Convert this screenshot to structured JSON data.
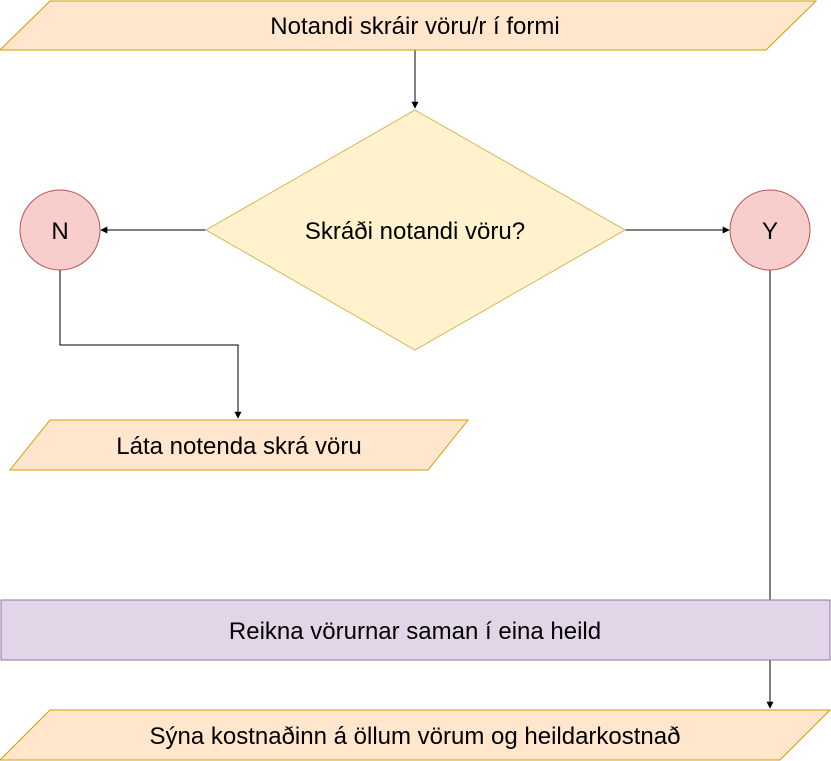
{
  "diagram": {
    "nodes": {
      "input_register": {
        "label": "Notandi skráir vöru/r í formi",
        "shape": "parallelogram"
      },
      "decision": {
        "label": "Skráði notandi vöru?",
        "shape": "diamond"
      },
      "no": {
        "label": "N",
        "shape": "circle"
      },
      "yes": {
        "label": "Y",
        "shape": "circle"
      },
      "prompt_register": {
        "label": "Láta notenda skrá vöru",
        "shape": "parallelogram"
      },
      "compute_total": {
        "label": "Reikna vörurnar saman í eina heild",
        "shape": "rectangle"
      },
      "show_cost": {
        "label": "Sýna kostnaðinn á öllum vörum og heildarkostnað",
        "shape": "parallelogram"
      }
    },
    "edges": [
      {
        "from": "input_register",
        "to": "decision"
      },
      {
        "from": "decision",
        "to": "no"
      },
      {
        "from": "decision",
        "to": "yes"
      },
      {
        "from": "no",
        "to": "prompt_register"
      },
      {
        "from": "yes",
        "to": "compute_total"
      },
      {
        "from": "compute_total",
        "to": "show_cost"
      }
    ],
    "colors": {
      "io_fill": "#ffe6cc",
      "io_stroke": "#d79b00",
      "decision_fill": "#fff2cc",
      "decision_stroke": "#d6b656",
      "circle_fill": "#f8cecc",
      "circle_stroke": "#b85450",
      "process_fill": "#e1d5e7",
      "process_stroke": "#9673a6",
      "edge": "#000000"
    }
  }
}
